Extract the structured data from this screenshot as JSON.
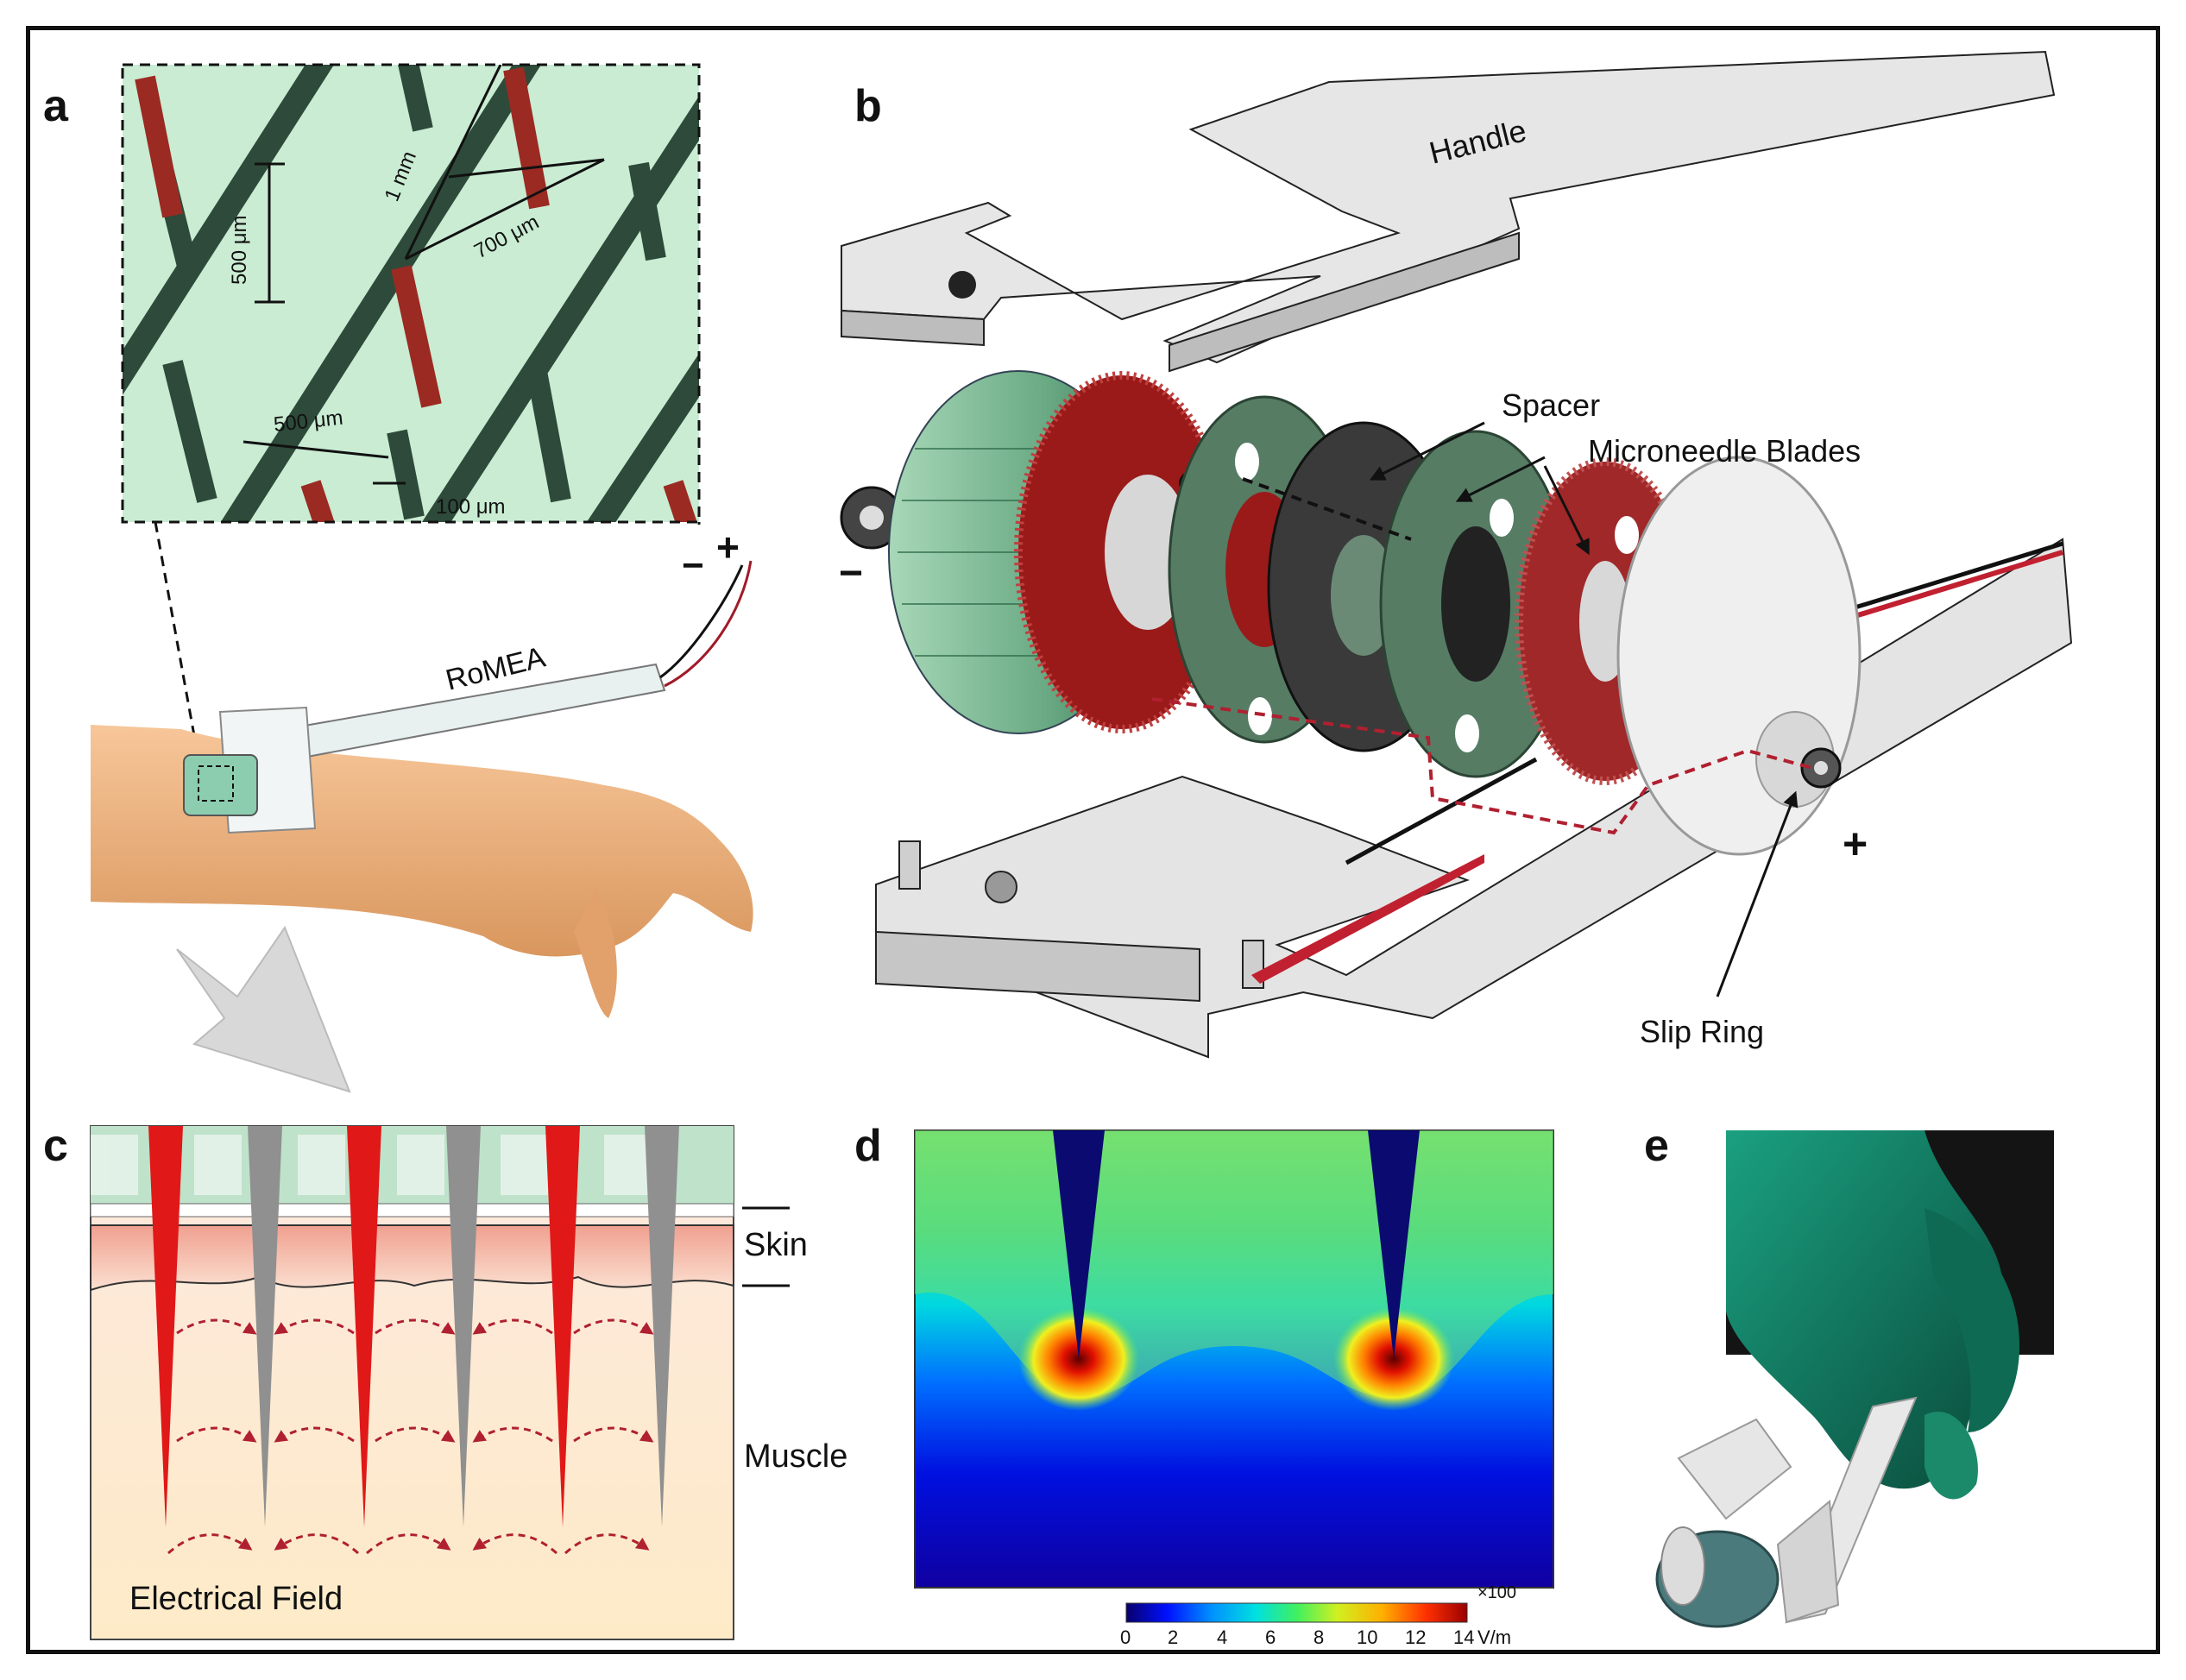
{
  "panels": {
    "a": {
      "label": "a",
      "dims": {
        "d500_horizontal": "500 μm",
        "d100": "100 μm",
        "d500_vertical": "500 μm",
        "d1mm": "1 mm",
        "d700": "700 μm"
      },
      "device_label": "RoMEA",
      "minus": "−",
      "plus": "+"
    },
    "b": {
      "label": "b",
      "handle": "Handle",
      "spacer": "Spacer",
      "blades": "Microneedle Blades",
      "slip_ring": "Slip Ring",
      "minus": "−",
      "plus": "+"
    },
    "c": {
      "label": "c",
      "skin": "Skin",
      "muscle": "Muscle",
      "field": "Electrical Field"
    },
    "d": {
      "label": "d",
      "colorbar": {
        "ticks": [
          "0",
          "2",
          "4",
          "6",
          "8",
          "10",
          "12",
          "14"
        ],
        "exponent": "×100",
        "unit": "V/m",
        "colors": [
          "#08006b",
          "#0010ff",
          "#0090ff",
          "#00e0e0",
          "#40f060",
          "#d0f020",
          "#ffb000",
          "#ff3000",
          "#9a0000"
        ]
      }
    },
    "e": {
      "label": "e"
    }
  }
}
